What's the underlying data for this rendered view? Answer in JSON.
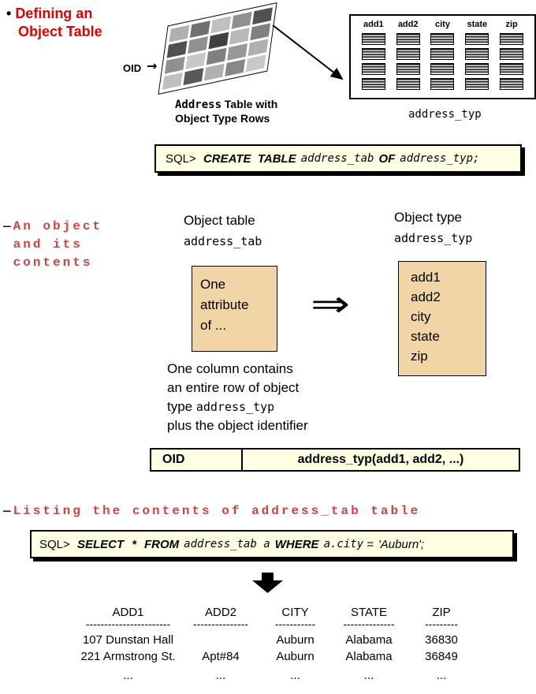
{
  "colors": {
    "title_red": "#e10000",
    "section_red": "#cc4444",
    "cream": "#ffffe4",
    "tan": "#f2d5a6"
  },
  "title": {
    "bullet": "•",
    "line1": "Defining an",
    "line2": "Object Table"
  },
  "top": {
    "oid_label": "OID",
    "oid_arrow": "→",
    "caption_mono": "Address",
    "caption_rest": " Table with",
    "caption_line2": "Object Type Rows",
    "address_table_cells": [
      "#b0b0b0",
      "#707070",
      "#c0c0c0",
      "#909090",
      "#505050",
      "#505050",
      "#909090",
      "#404040",
      "#b8b8b8",
      "#808080",
      "#909090",
      "#c8c8c8",
      "#808080",
      "#989898",
      "#b0b0b0",
      "#c0c0c0",
      "#585858",
      "#b0b0b0",
      "#888888",
      "#c8c8c8"
    ],
    "type_box": {
      "columns": [
        "add1",
        "add2",
        "city",
        "state",
        "zip"
      ],
      "rows_per_column": 4,
      "caption": "address_typ"
    }
  },
  "sql_create": {
    "prompt": "SQL> ",
    "kw1": "CREATE  TABLE",
    "id1": "address_tab",
    "kw2": "OF",
    "id2": "address_typ;"
  },
  "section_object": {
    "dash": "—",
    "line1": "An object",
    "line2": "and its",
    "line3": "contents"
  },
  "object_table": {
    "label": "Object table",
    "name": "address_tab",
    "box": {
      "line1": "One",
      "line2": "attribute",
      "line3": "of ..."
    }
  },
  "implies_arrow": "⇒",
  "object_type": {
    "label": "Object type",
    "name": "address_typ",
    "fields": [
      "add1",
      "add2",
      "city",
      "state",
      "zip"
    ]
  },
  "explain": {
    "line1": "One column contains",
    "line2": "an entire row of object",
    "line3_pre": "type ",
    "line3_mono": "address_typ",
    "line4": "plus the object identifier"
  },
  "oid_row": {
    "col1": "OID",
    "col2": "address_typ(add1, add2, ...)"
  },
  "section_listing": {
    "dash": "—",
    "text": "Listing the contents of address_tab table"
  },
  "sql_select": {
    "prompt": "SQL> ",
    "kw1": "SELECT",
    "star": "*",
    "kw2": "FROM",
    "id1": "address_tab a",
    "kw3": "WHERE",
    "id2": "a.city",
    "eq": "=",
    "val": "'Auburn';"
  },
  "results": {
    "headers": [
      "ADD1",
      "ADD2",
      "CITY",
      "STATE",
      "ZIP"
    ],
    "dashes": [
      "-----------------------",
      "---------------",
      "-----------",
      "--------------",
      "---------"
    ],
    "rows": [
      [
        "107 Dunstan Hall",
        "",
        "Auburn",
        "Alabama",
        "36830"
      ],
      [
        "221 Armstrong St.",
        "Apt#84",
        "Auburn",
        "Alabama",
        "36849"
      ],
      [
        "...",
        "...",
        "...",
        "...",
        "..."
      ]
    ]
  }
}
